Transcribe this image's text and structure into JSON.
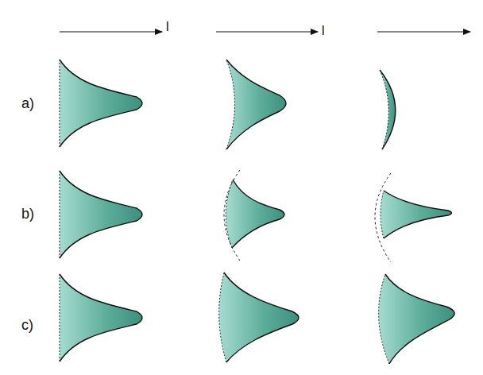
{
  "diagram": {
    "labels": [
      "l",
      "l",
      "a)",
      "b)",
      "c)"
    ]
  }
}
